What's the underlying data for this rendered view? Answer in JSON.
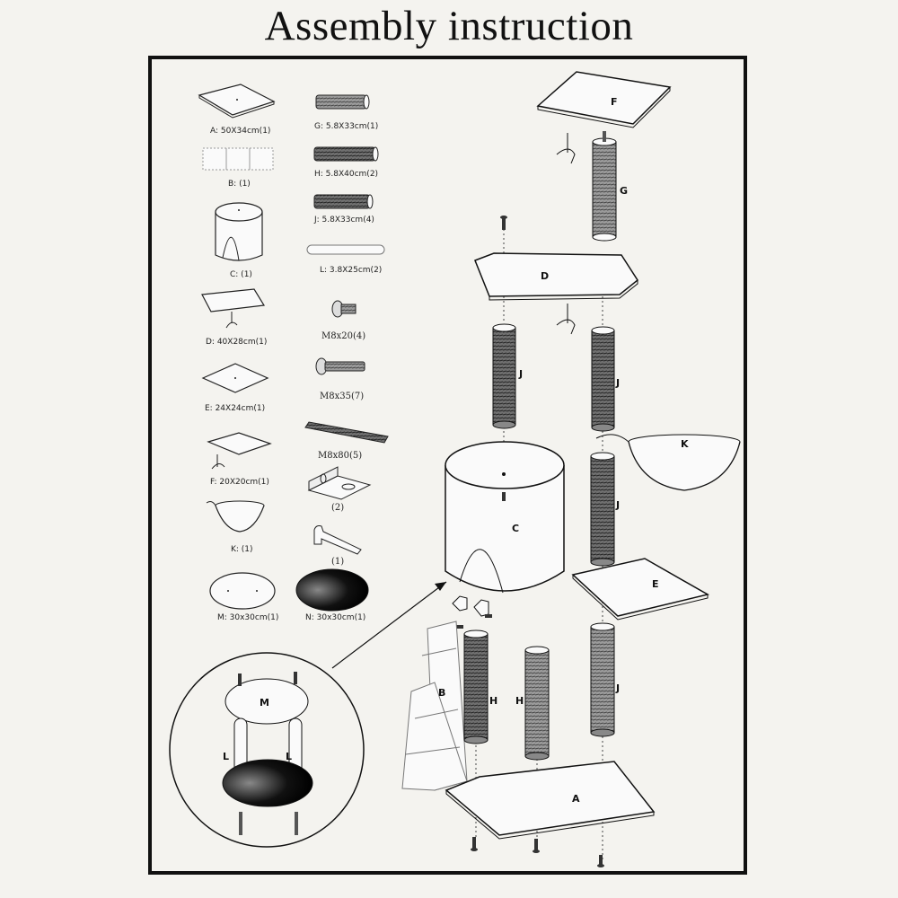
{
  "title": "Assembly instruction",
  "parts": {
    "A": "A: 50X34cm(1)",
    "B": "B: (1)",
    "C": "C: (1)",
    "D": "D: 40X28cm(1)",
    "E": "E: 24X24cm(1)",
    "F": "F: 20X20cm(1)",
    "K": "K: (1)",
    "M": "M: 30x30cm(1)",
    "N": "N: 30x30cm(1)",
    "G": "G: 5.8X33cm(1)",
    "H": "H: 5.8X40cm(2)",
    "J": "J: 5.8X33cm(4)",
    "L": "L: 3.8X25cm(2)"
  },
  "hardware": {
    "screw_short": "M8x20(4)",
    "screw_long": "M8x35(7)",
    "bolt": "M8x80(5)",
    "bracket": "(2)",
    "wrench": "(1)"
  },
  "assembly_labels": {
    "F": "F",
    "G": "G",
    "D": "D",
    "J1": "J",
    "J2": "J",
    "K": "K",
    "C": "C",
    "J3": "J",
    "E": "E",
    "B": "B",
    "H1": "H",
    "H2": "H",
    "J4": "J",
    "A": "A",
    "M": "M",
    "L1": "L",
    "L2": "L"
  }
}
